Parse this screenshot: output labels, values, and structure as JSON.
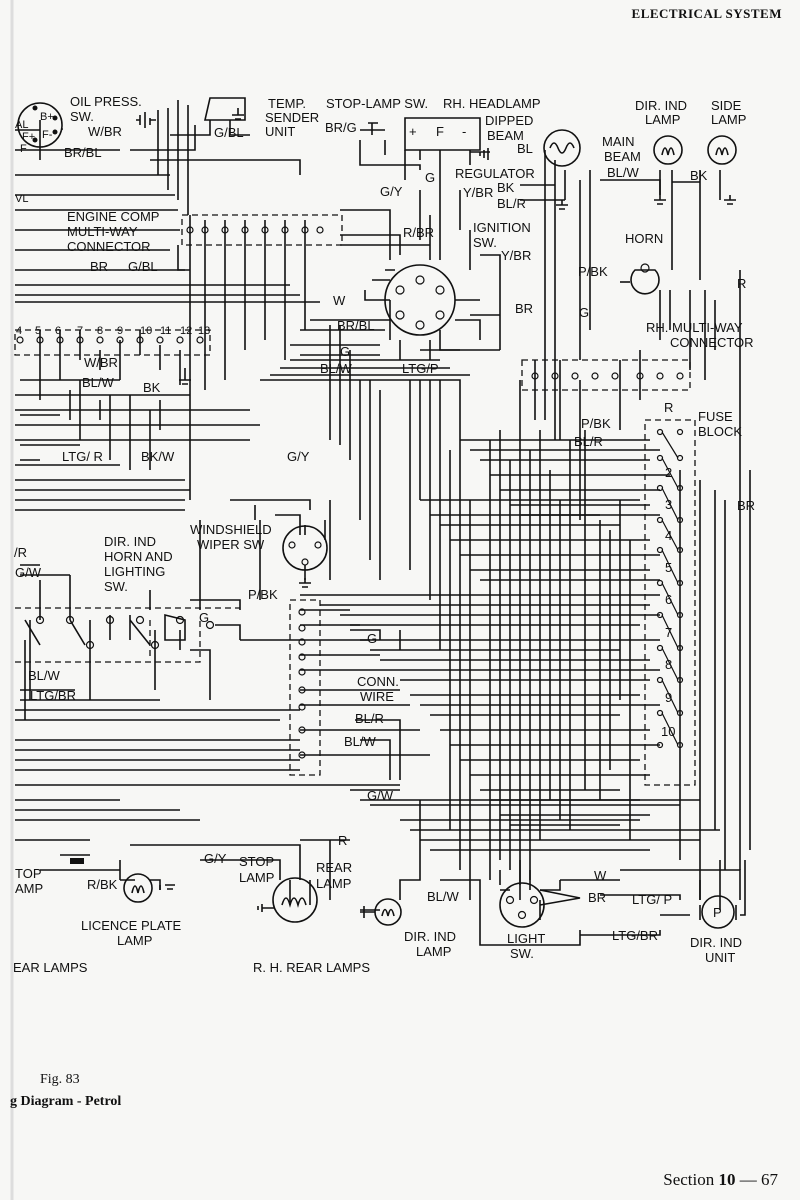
{
  "header": "ELECTRICAL SYSTEM",
  "figure": {
    "number": "Fig. 83",
    "caption": "g Diagram - Petrol"
  },
  "footer": {
    "section_label": "Section",
    "section_number": "10",
    "page_sep": " — ",
    "page_number": "67"
  },
  "components": {
    "oil_press_sw": [
      "OIL PRESS.",
      "SW."
    ],
    "temp_sender": [
      "TEMP.",
      "SENDER",
      "UNIT"
    ],
    "stop_lamp_sw": "STOP-LAMP SW.",
    "rh_headlamp": "RH. HEADLAMP",
    "dipped_beam": [
      "DIPPED",
      "BEAM"
    ],
    "main_beam": [
      "MAIN",
      "BEAM"
    ],
    "regulator": "REGULATOR",
    "dir_ind_lamp_top": [
      "DIR. IND",
      "LAMP"
    ],
    "side_lamp": [
      "SIDE",
      "LAMP"
    ],
    "engine_comp": [
      "ENGINE COMP",
      "MULTI-WAY",
      "CONNECTOR"
    ],
    "ignition_sw": [
      "IGNITION",
      "SW."
    ],
    "horn": "HORN",
    "rh_multiway": [
      "RH. MULTI-WAY",
      "CONNECTOR"
    ],
    "fuse_block": [
      "FUSE",
      "BLOCK"
    ],
    "windshield_wiper": [
      "WINDSHIELD",
      "WIPER SW"
    ],
    "dir_ind_horn": [
      "DIR. IND",
      "HORN AND",
      "LIGHTING",
      "SW."
    ],
    "conn_wire": [
      "CONN.",
      "WIRE"
    ],
    "stop_lamp_left": [
      "TOP",
      "AMP"
    ],
    "licence_plate": [
      "LICENCE PLATE",
      "LAMP"
    ],
    "stop_lamp": [
      "STOP",
      "LAMP"
    ],
    "rear_lamp": [
      "REAR",
      "LAMP"
    ],
    "dir_ind_lamp_bottom": [
      "DIR. IND",
      "LAMP"
    ],
    "light_sw": [
      "LIGHT",
      "SW."
    ],
    "dir_ind_unit": [
      "DIR. IND",
      "UNIT"
    ],
    "lh_rear_lamps": "EAR LAMPS",
    "rh_rear_lamps": "R. H. REAR LAMPS"
  },
  "terminals": {
    "oil": [
      "AL",
      "B+",
      "F-",
      "F+",
      "F",
      "VL"
    ],
    "regulator": [
      "+",
      "F",
      "-"
    ],
    "dir_unit": "P",
    "connector_numbers": [
      "4",
      "5",
      "6",
      "7",
      "8",
      "9",
      "10",
      "11",
      "12",
      "13"
    ],
    "fuse_numbers": [
      "2",
      "3",
      "4",
      "5",
      "6",
      "7",
      "8",
      "9",
      "10"
    ]
  },
  "wire_labels": {
    "w_br": "W/BR",
    "g_bl": "G/BL",
    "br_g": "BR/G",
    "bl_top": "BL",
    "br_bl_top": "BR/BL",
    "g_top": "G",
    "g_y_top": "G/Y",
    "y_br_top": "Y/BR",
    "bk_reg": "BK",
    "bl_r_reg": "BL/R",
    "bl_w_top": "BL/W",
    "bk_top": "BK",
    "r_br": "R/BR",
    "y_br_ign": "Y/BR",
    "br_left": "BR",
    "g_bl_left": "G/BL",
    "p_bk_horn": "P/BK",
    "r_right": "R",
    "w_ign": "W",
    "br_ign": "BR",
    "g_horn": "G",
    "br_bl_mid": "BR/BL",
    "g_mid": "G",
    "bl_w_mid": "BL/W",
    "ltg_p_mid": "LTG/P",
    "w_br_conn": "W/BR",
    "bl_w_conn": "BL/W",
    "bk_conn": "BK",
    "p_bk_mid": "P/BK",
    "r_mid": "R",
    "bl_r_mid": "BL/R",
    "ltg_r": "LTG/ R",
    "bk_w": "BK/W",
    "g_y_mid": "G/Y",
    "br_fuse": "BR",
    "r_left": "/R",
    "g_w_left": "G/W",
    "p_bk_sw": "P/BK",
    "g_sw": "G",
    "g_conn": "G",
    "bl_w_sw": "BL/W",
    "ltg_br_sw": "LTG/BR",
    "bl_r_conn": "BL/R",
    "bl_w_conn2": "BL/W",
    "g_w_bottom": "G/W",
    "r_bottom": "R",
    "g_y_bottom": "G/Y",
    "r_bk": "R/BK",
    "w_bottom": "W",
    "bl_w_light": "BL/W",
    "br_light": "BR",
    "ltg_p_bottom": "LTG/ P",
    "ltg_br_bottom": "LTG/BR"
  },
  "colors": {
    "ink": "#111111",
    "paper": "#f7f7f5"
  }
}
